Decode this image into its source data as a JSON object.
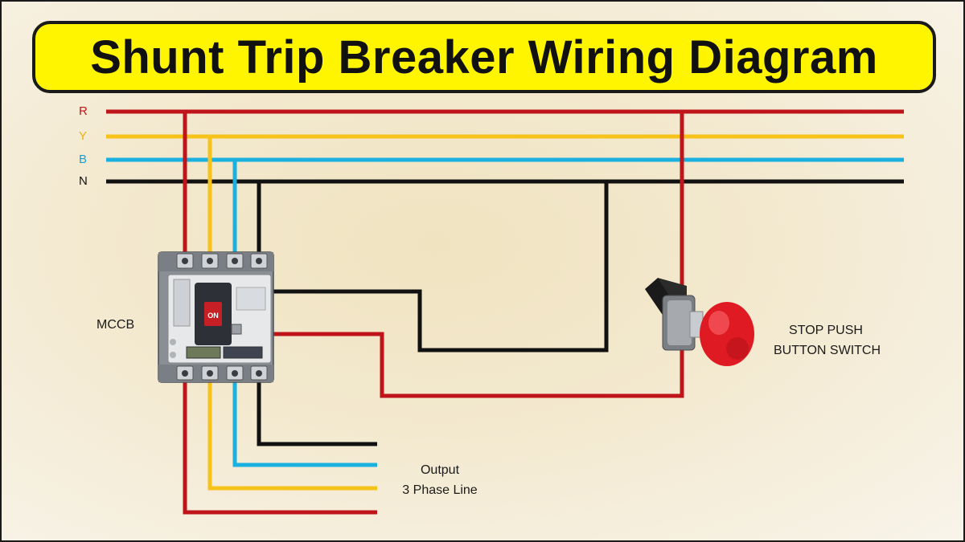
{
  "title": "Shunt Trip Breaker Wiring Diagram",
  "lines": {
    "r": {
      "label": "R",
      "color": "#c0141b"
    },
    "y": {
      "label": "Y",
      "color": "#f7c21a"
    },
    "b": {
      "label": "B",
      "color": "#1ab0e0"
    },
    "n": {
      "label": "N",
      "color": "#111111"
    }
  },
  "components": {
    "breaker": {
      "label": "MCCB",
      "on_text": "ON"
    },
    "stop_button": {
      "label_line1": "STOP PUSH",
      "label_line2": "BUTTON SWITCH"
    }
  },
  "output": {
    "line1": "Output",
    "line2": "3 Phase Line"
  },
  "colors": {
    "banner": "#fff500",
    "breaker_body": "#8a8f96",
    "button_red": "#e01a22"
  }
}
